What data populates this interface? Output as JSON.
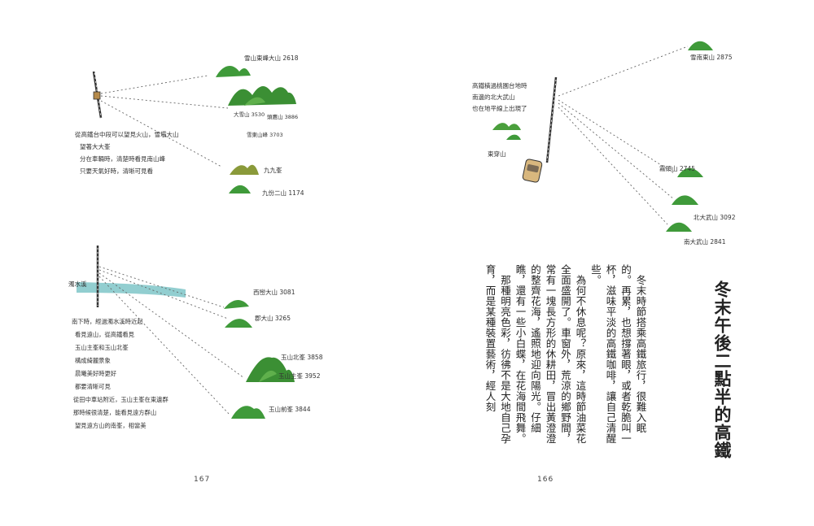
{
  "page_numbers": {
    "left": "167",
    "right": "166"
  },
  "title": "冬末午後二點半的高鐵",
  "paragraphs": [
    "冬末時節搭乘高鐵旅行，很難入眠的。再累，也想撐著眼，或者乾脆叫一杯，滋味平淡的高鐵咖啡，讓自己清醒些。",
    "為何不休息呢？原來，這時節油菜花全面盛開了。車窗外，荒涼的鄉野間，常有一塊長方形的休耕田，冒出黃澄澄的整齊花海，遙照地迎向陽光。仔細瞧，還有一些小白蝶，在花海間飛舞。",
    "那種明亮色彩，彷彿不是大地自己孕育，而是某種裝置藝術，經人刻"
  ],
  "sketches": {
    "top_left": {
      "labels": {
        "peak1": "雪山東峰大山 2618",
        "peak2a": "大雪山 3530",
        "peak2b": "頭鷹山 3886",
        "peak2c": "雪東山峰 3703",
        "peak3": "九九峯",
        "peak4": "九份二山 1174"
      },
      "notes": [
        "從高鐵台中段可以望見火山，雪壩大山",
        "望著大大峯",
        "分在車輛時，清楚時看見南山峰",
        "只要天氣好時，清晰可見看"
      ]
    },
    "bottom_left": {
      "river_label": "濁水溪",
      "labels": {
        "peak1": "西巒大山 3081",
        "peak2": "郡大山 3265",
        "peak3": "玉山北峯 3858",
        "peak4": "玉山主峯 3952",
        "peak5": "玉山前峯 3844"
      },
      "notes": [
        "南下時，經過濁水溪時近起",
        "看見遠山，從高鐵看見",
        "玉山主峯和玉山北峯",
        "構成綺麗景象",
        "晨曦美好時更好",
        "都要清晰可見",
        "從田中車站附近，玉山主峯在東邊群",
        "那時候很清楚，能看見遠方群山",
        "望見遠方山的南峯，相當美"
      ]
    },
    "top_right": {
      "notes": [
        "高鐵橫過桃園台地時",
        "南邊的北大武山",
        "也在地平線上出現了"
      ],
      "labels": {
        "peak_top": "雪南東山 2875",
        "peak_left": "東穿山",
        "peak1": "霧頭山 2745",
        "peak2": "北大武山 3092",
        "peak3": "南大武山 2841"
      }
    }
  }
}
